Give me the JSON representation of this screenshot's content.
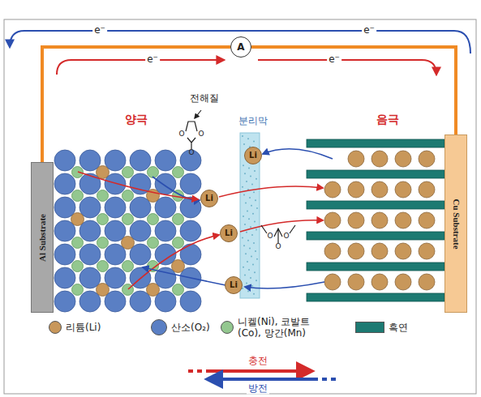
{
  "diagram": {
    "nodes": [
      {
        "text": [
          "A"
        ]
      },
      {
        "text": [
          "Al Substrate"
        ]
      },
      {
        "text": [
          "Li"
        ]
      },
      {
        "text": [
          "Li"
        ]
      },
      {
        "text": [
          "Li"
        ]
      },
      {
        "text": [
          "Li"
        ]
      },
      {
        "text": [
          "Cu Substrate"
        ]
      }
    ],
    "edges": [
      {
        "from": 1,
        "to": 0,
        "arrow": "none"
      },
      {
        "from": 0,
        "to": 6,
        "arrow": "none"
      }
    ],
    "labels": [
      "e⁻",
      "e⁻",
      "e⁻",
      "e⁻",
      "양극",
      "전해질",
      "분리막",
      "음극",
      "O",
      "O",
      "O",
      "O",
      "O",
      "O",
      "충전",
      "방전"
    ],
    "legend": [
      {
        "text": "리튬(Li)",
        "color": "#c8975a"
      },
      {
        "text": "산소(O₂)",
        "color": "#5a7fc4"
      },
      {
        "text": "니켈(Ni), 코발트 (Co), 망간(Mn)",
        "color": "#93c78f"
      },
      {
        "text": "흑연",
        "color": "#1d7a72"
      }
    ]
  }
}
